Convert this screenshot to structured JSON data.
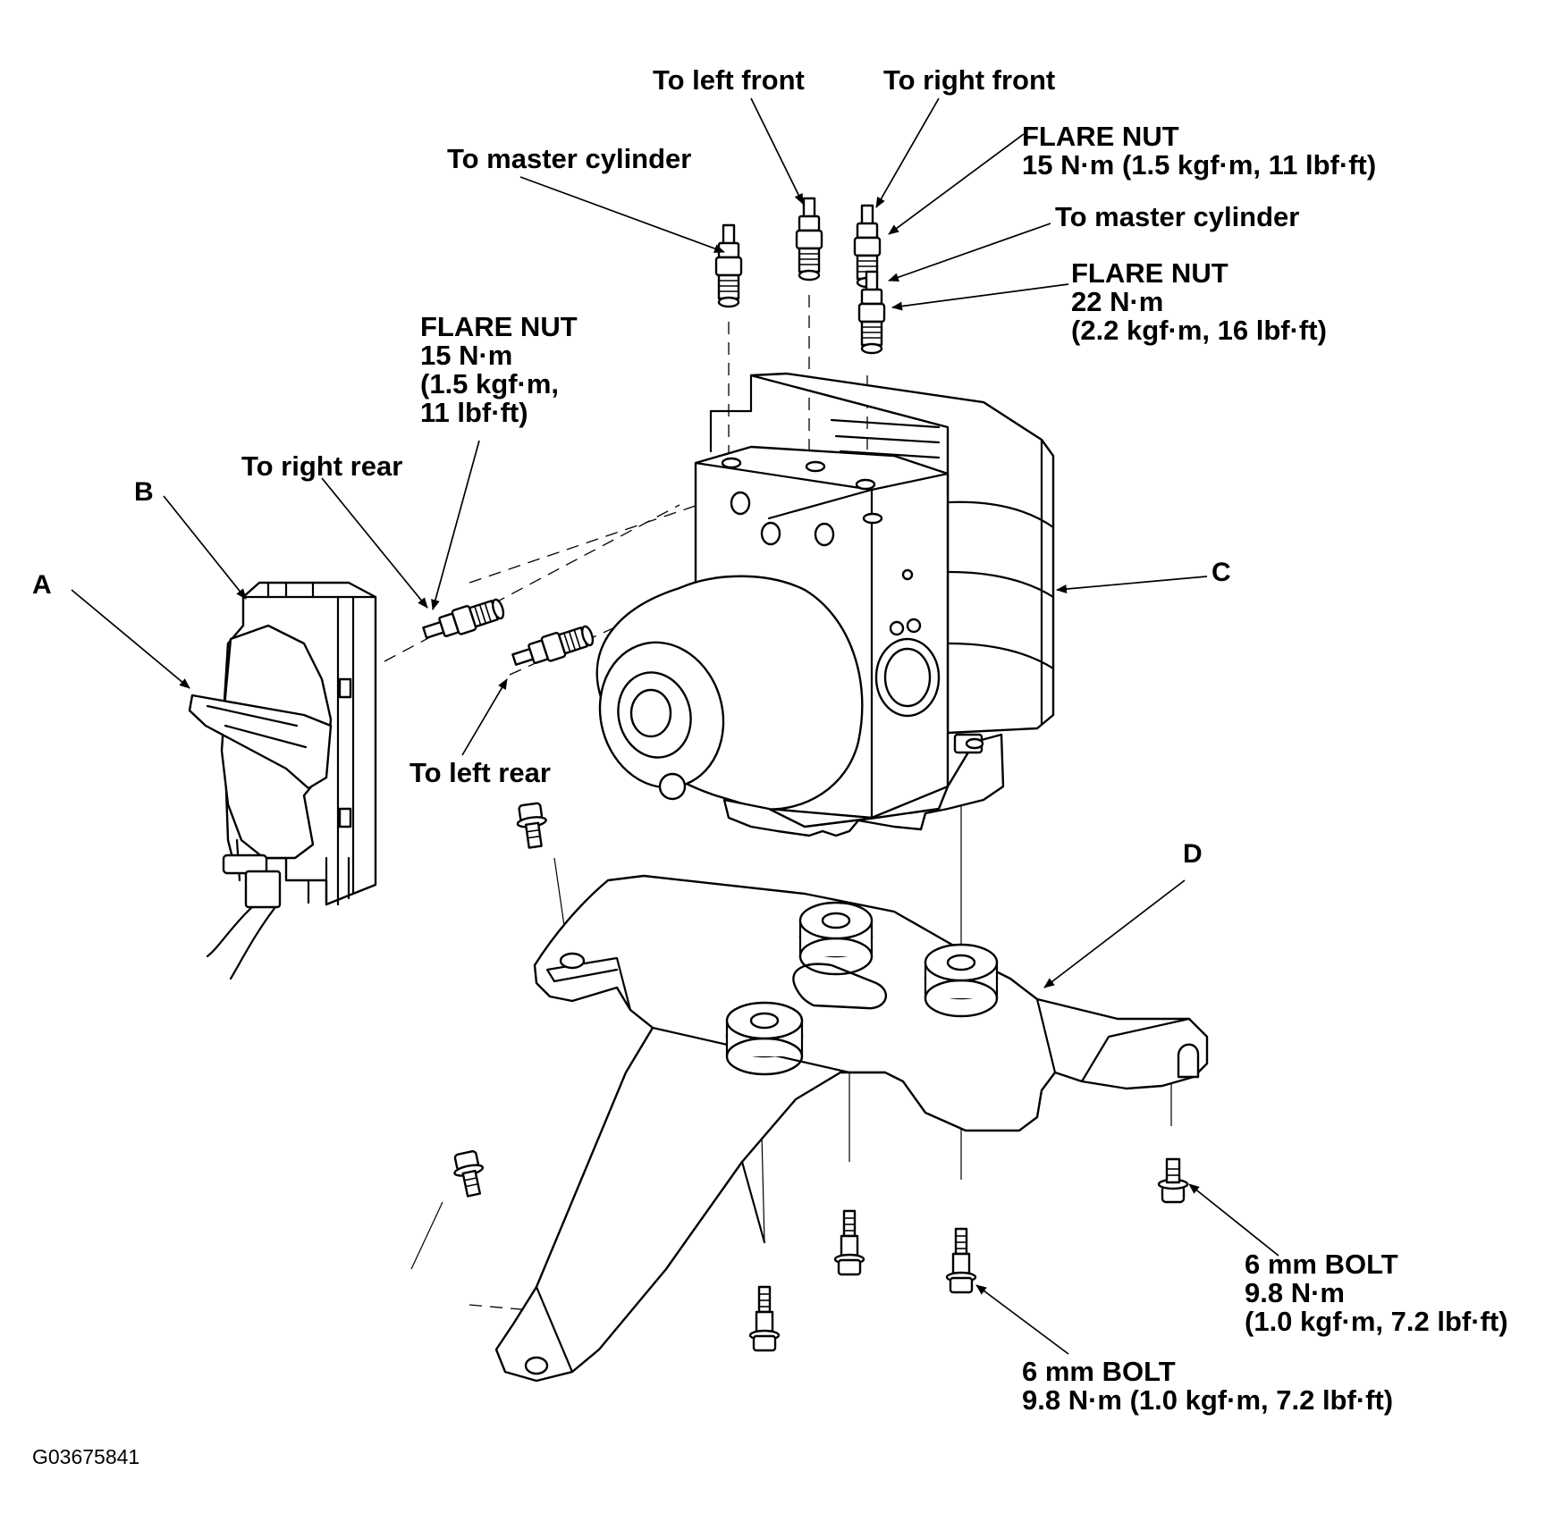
{
  "callouts": {
    "left_front": "To left front",
    "right_front": "To right front",
    "master_cylinder_top": "To master cylinder",
    "flare_nut_top_title": "FLARE NUT",
    "flare_nut_top_torque": "15 N·m (1.5 kgf·m, 11 lbf·ft)",
    "master_cylinder_right": "To master cylinder",
    "flare_nut_22_title": "FLARE NUT",
    "flare_nut_22_line1": "22 N·m",
    "flare_nut_22_line2": "(2.2 kgf·m, 16 lbf·ft)",
    "flare_nut_left_title": "FLARE NUT",
    "flare_nut_left_line1": "15 N·m",
    "flare_nut_left_line2": "(1.5 kgf·m,",
    "flare_nut_left_line3": "11 lbf·ft)",
    "right_rear": "To right rear",
    "left_rear": "To left rear",
    "bolt_right_title": "6 mm BOLT",
    "bolt_right_line1": "9.8 N·m",
    "bolt_right_line2": "(1.0 kgf·m, 7.2 lbf·ft)",
    "bolt_bottom_title": "6 mm BOLT",
    "bolt_bottom_line1": "9.8 N·m (1.0 kgf·m, 7.2 lbf·ft)"
  },
  "part_letters": {
    "a": "A",
    "b": "B",
    "c": "C",
    "d": "D"
  },
  "figure_code": "G03675841"
}
